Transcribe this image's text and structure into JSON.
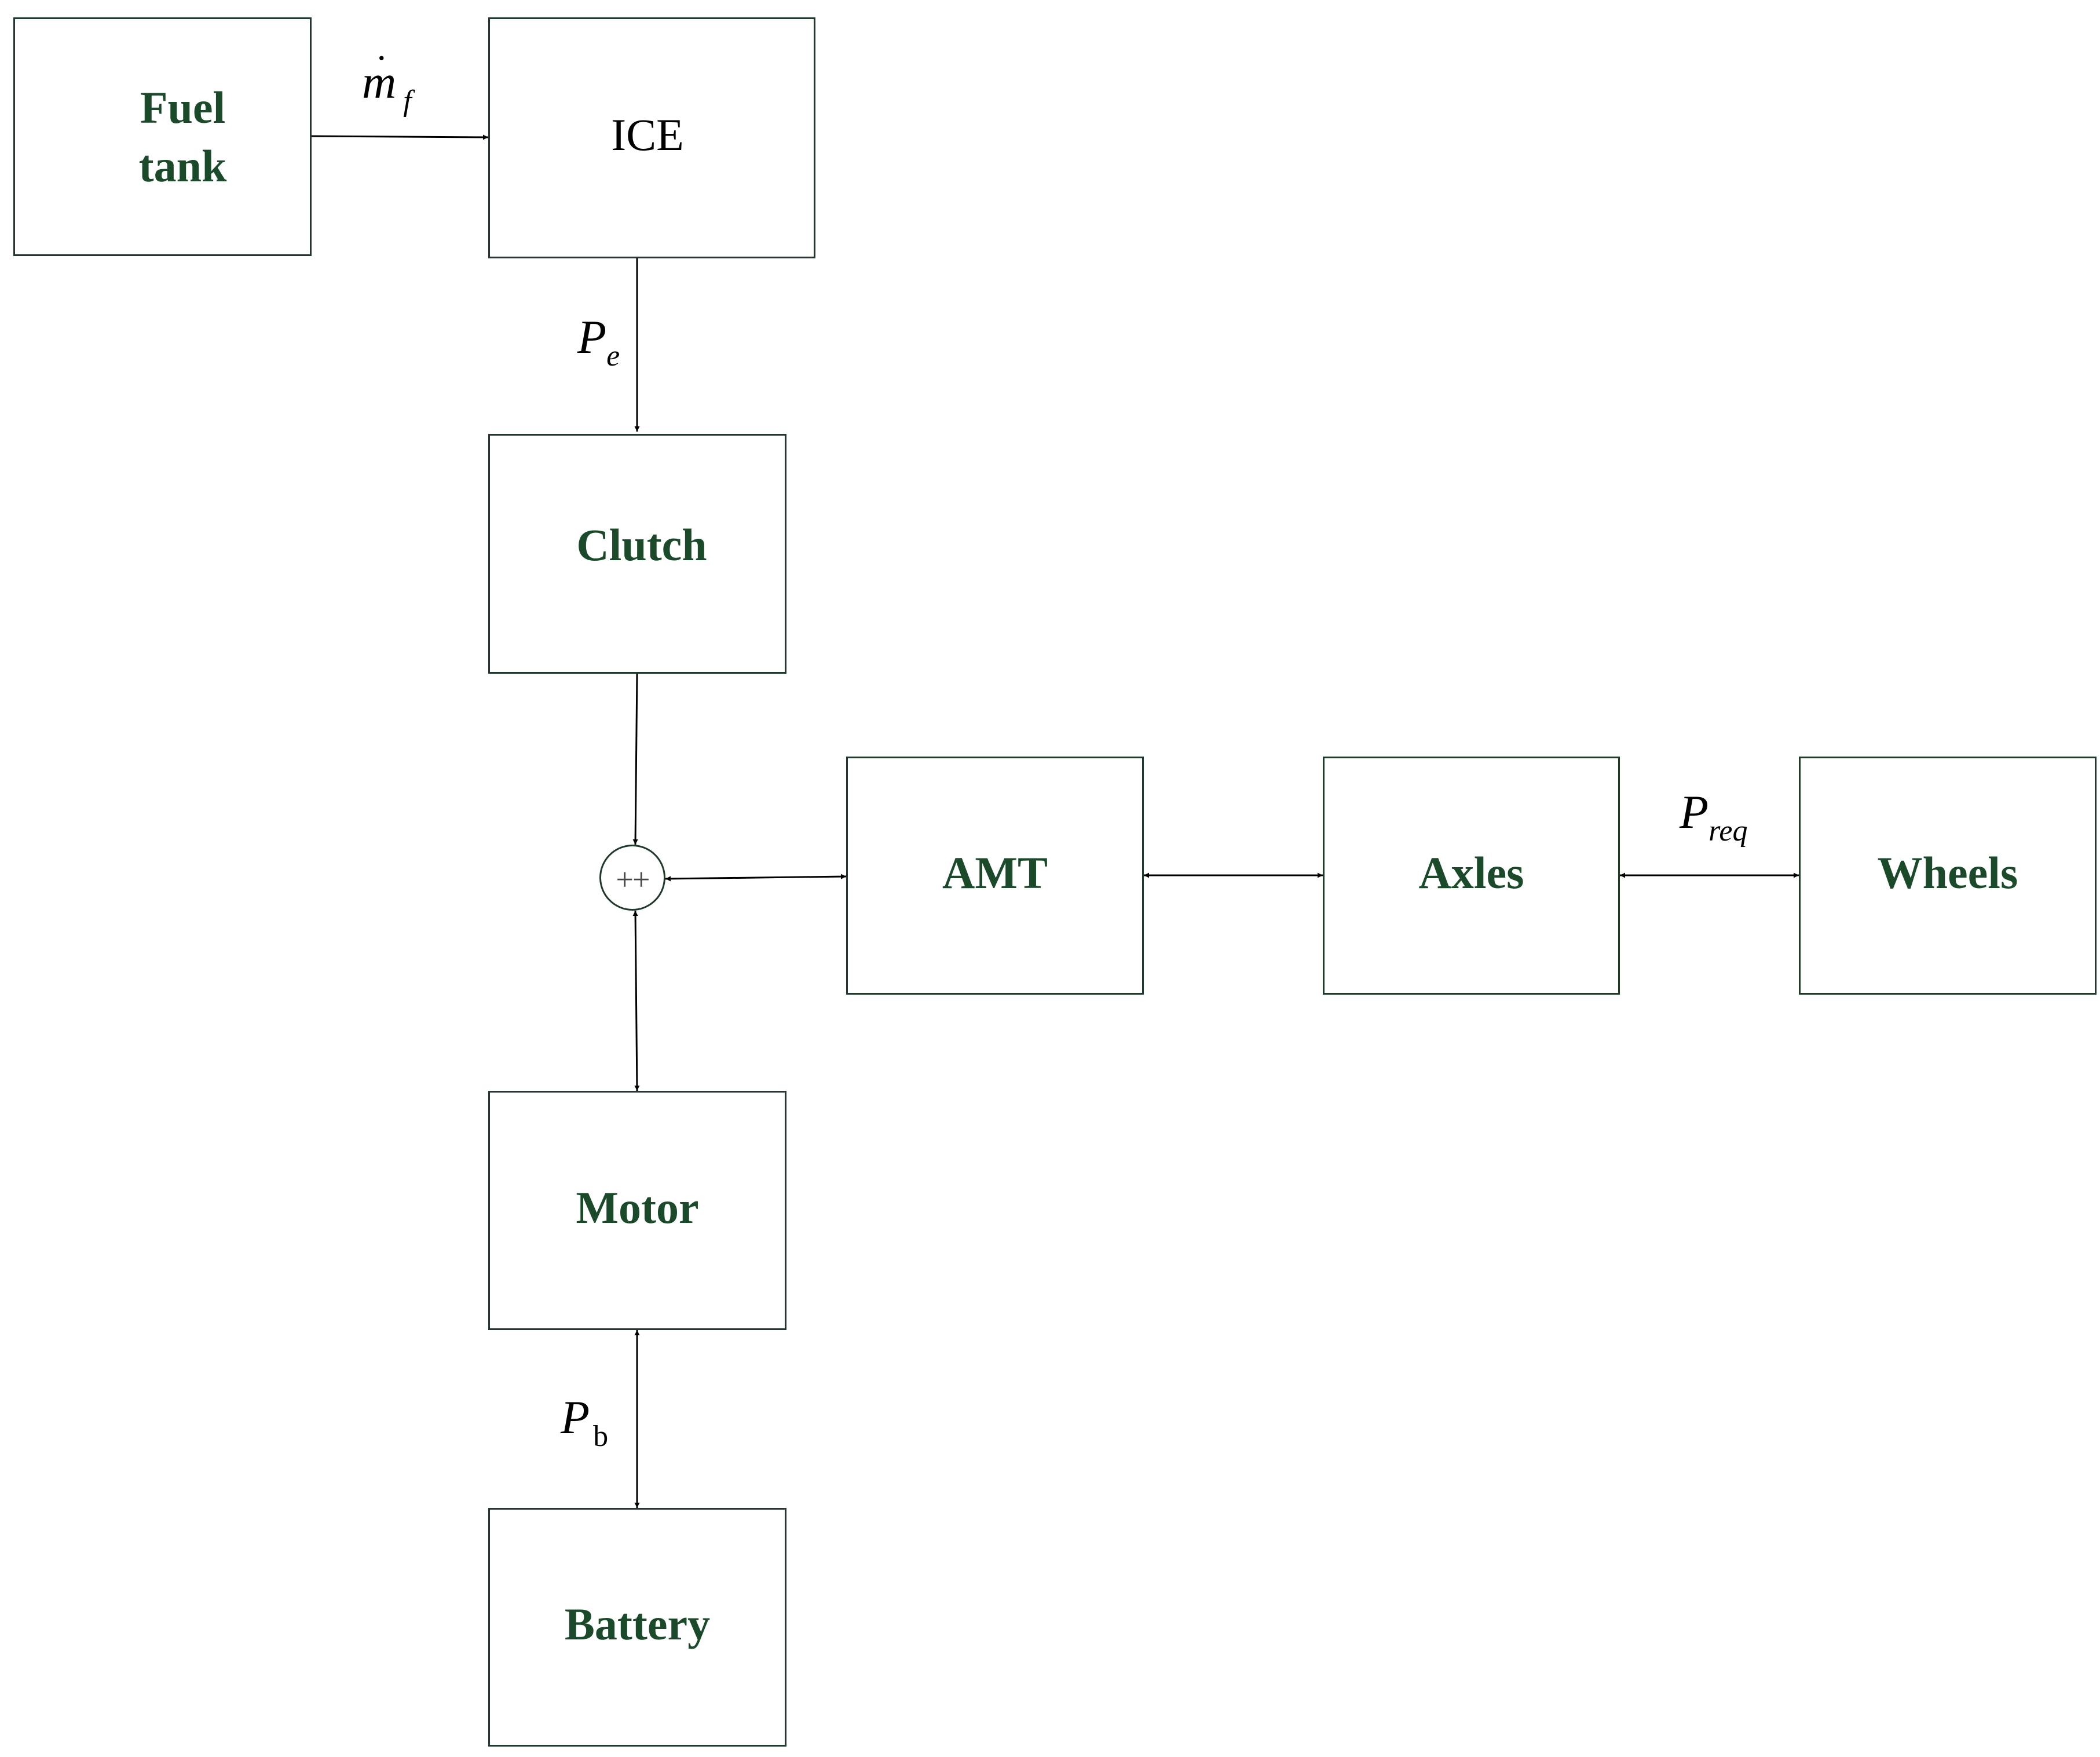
{
  "blocks": {
    "fuel_tank": "Fuel\ntank",
    "ice": "ICE",
    "clutch": "Clutch",
    "amt": "AMT",
    "axles": "Axles",
    "wheels": "Wheels",
    "motor": "Motor",
    "battery": "Battery"
  },
  "junction_label": "++",
  "signals": {
    "fuel_flow": {
      "symbol": "m",
      "subscript": "f"
    },
    "engine_power": {
      "symbol": "P",
      "subscript": "e"
    },
    "battery_power": {
      "symbol": "P",
      "subscript": "b"
    },
    "required_power": {
      "symbol": "P",
      "subscript": "req"
    }
  },
  "colors": {
    "block_text": "#1a4a2a",
    "block_border": "#1f3a2a",
    "line": "#000000"
  }
}
